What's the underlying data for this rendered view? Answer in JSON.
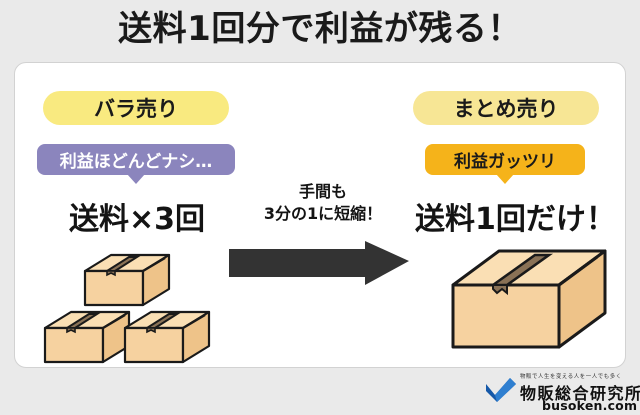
{
  "title": "送料1回分で利益が残る！",
  "left_panel": {
    "pill_label": "バラ売り",
    "bubble_label": "利益ほどんどナシ…",
    "headline": "送料×3回",
    "box_count": 3
  },
  "center": {
    "caption_line1": "手間も",
    "caption_line2": "3分の1に短縮！",
    "arrow_icon": "right-arrow-icon"
  },
  "right_panel": {
    "pill_label": "まとめ売り",
    "bubble_label": "利益ガッツリ",
    "headline": "送料1回だけ！",
    "box_count": 1
  },
  "logo": {
    "mark_icon": "busoken-check-logo-icon",
    "tagline": "物販で人生を変える人を一人でも多く",
    "name": "物販総合研究所",
    "url": "busoken.com"
  },
  "colors": {
    "page_background": "#eaeaea",
    "card_background": "#ffffff",
    "card_border": "#d2d2d2",
    "pill_left": "#f9ea80",
    "pill_right": "#f7e695",
    "bubble_left": "#8b85bd",
    "bubble_right": "#f5b31a",
    "arrow": "#333333",
    "box_face": "#f6d2a0",
    "box_top": "#fadfb4",
    "box_side": "#eec389",
    "box_tape": "#8a7256",
    "box_outline": "#1a1a1a",
    "text_dark": "#141414",
    "logo_blue": "#1558a8"
  }
}
